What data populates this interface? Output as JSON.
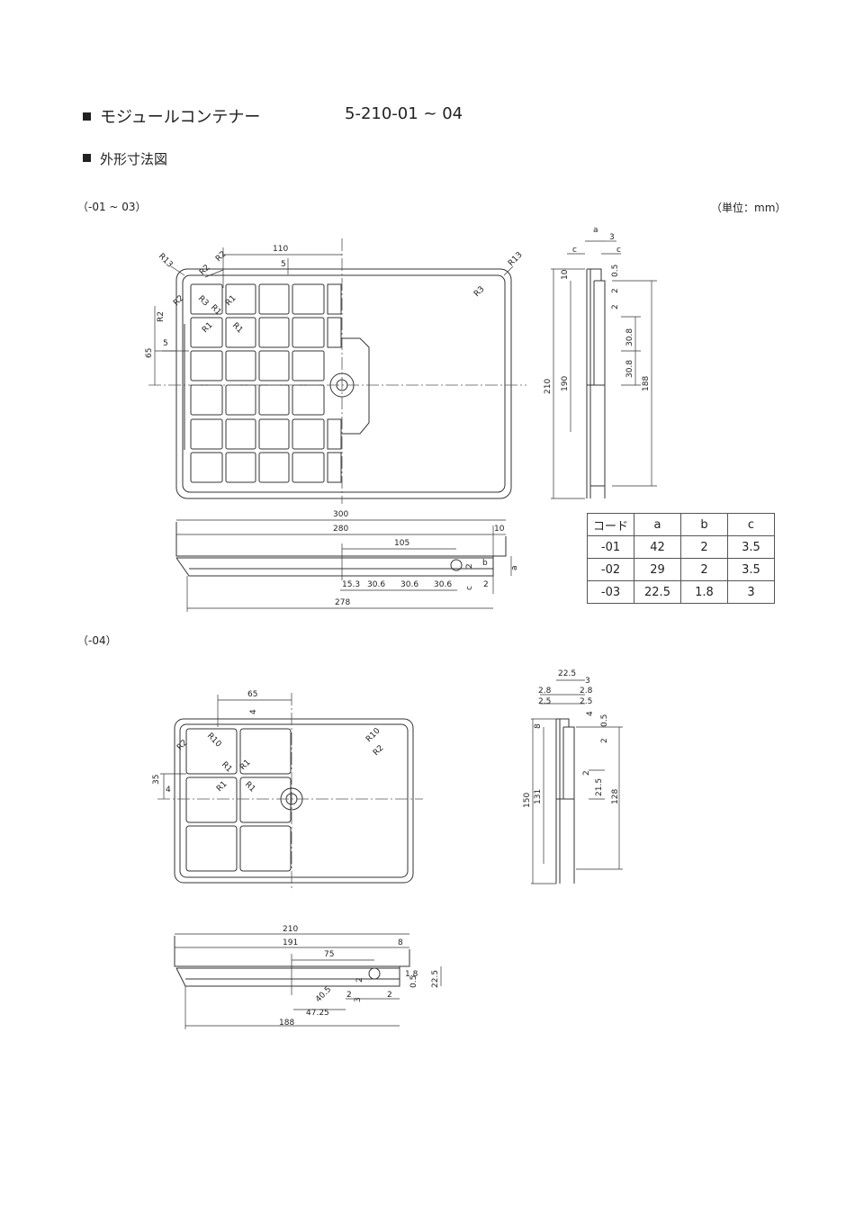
{
  "header": {
    "product_name": "モジュールコンテナー",
    "product_code": "5-210-01 ~ 04",
    "section": "外形寸法図"
  },
  "variants": {
    "label_01_03": "（-01 ~ 03）",
    "label_04": "（-04）",
    "unit": "（単位：mm）"
  },
  "spec_table": {
    "headers": [
      "コード",
      "a",
      "b",
      "c"
    ],
    "rows": [
      [
        "-01",
        "42",
        "2",
        "3.5"
      ],
      [
        "-02",
        "29",
        "2",
        "3.5"
      ],
      [
        "-03",
        "22.5",
        "1.8",
        "3"
      ]
    ]
  },
  "dims_top": {
    "d110": "110",
    "d5": "5",
    "r13a": "R13",
    "r13b": "R13",
    "r2a": "R2",
    "r2b": "R2",
    "r2c": "R2",
    "r3a": "R3",
    "r3b": "R3",
    "r1a": "R1",
    "r1b": "R1",
    "r1c": "R1",
    "r1d": "R1",
    "d65": "65",
    "d5b": "5"
  },
  "dims_side1": {
    "a": "a",
    "d3": "3",
    "c1": "c",
    "c2": "c",
    "d10": "10",
    "d05": "0.5",
    "d2a": "2",
    "d2b": "2",
    "d308a": "30.8",
    "d308b": "30.8",
    "d210": "210",
    "d190": "190",
    "d188": "188"
  },
  "dims_front1": {
    "d300": "300",
    "d280": "280",
    "d10": "10",
    "d105": "105",
    "b": "b",
    "a": "a",
    "d2": "2",
    "d153": "15.3",
    "d306a": "30.6",
    "d306b": "30.6",
    "d306c": "30.6",
    "c": "c",
    "d2b": "2",
    "d278": "278"
  },
  "dims_top4": {
    "d65": "65",
    "d4": "4",
    "r10a": "R10",
    "r10b": "R10",
    "r2a": "R2",
    "r2b": "R2",
    "r1a": "R1",
    "r1b": "R1",
    "r1c": "R1",
    "r1d": "R1",
    "d35": "35",
    "d4b": "4"
  },
  "dims_side4": {
    "d225": "22.5",
    "d3": "3",
    "d28a": "2.8",
    "d28b": "2.8",
    "d25a": "2.5",
    "d25b": "2.5",
    "d8": "8",
    "d4": "4",
    "d05": "0.5",
    "d2": "2",
    "d2b": "2",
    "d215": "21.5",
    "d150": "150",
    "d131": "131",
    "d128": "128"
  },
  "dims_front4": {
    "d210": "210",
    "d191": "191",
    "d8": "8",
    "d75": "75",
    "d18": "1.8",
    "d225": "22.5",
    "d2a": "2",
    "d05": "0.5",
    "d3": "3",
    "d2b": "2",
    "d2c": "2",
    "d405": "40.5",
    "d4725": "47.25",
    "d188": "188"
  }
}
